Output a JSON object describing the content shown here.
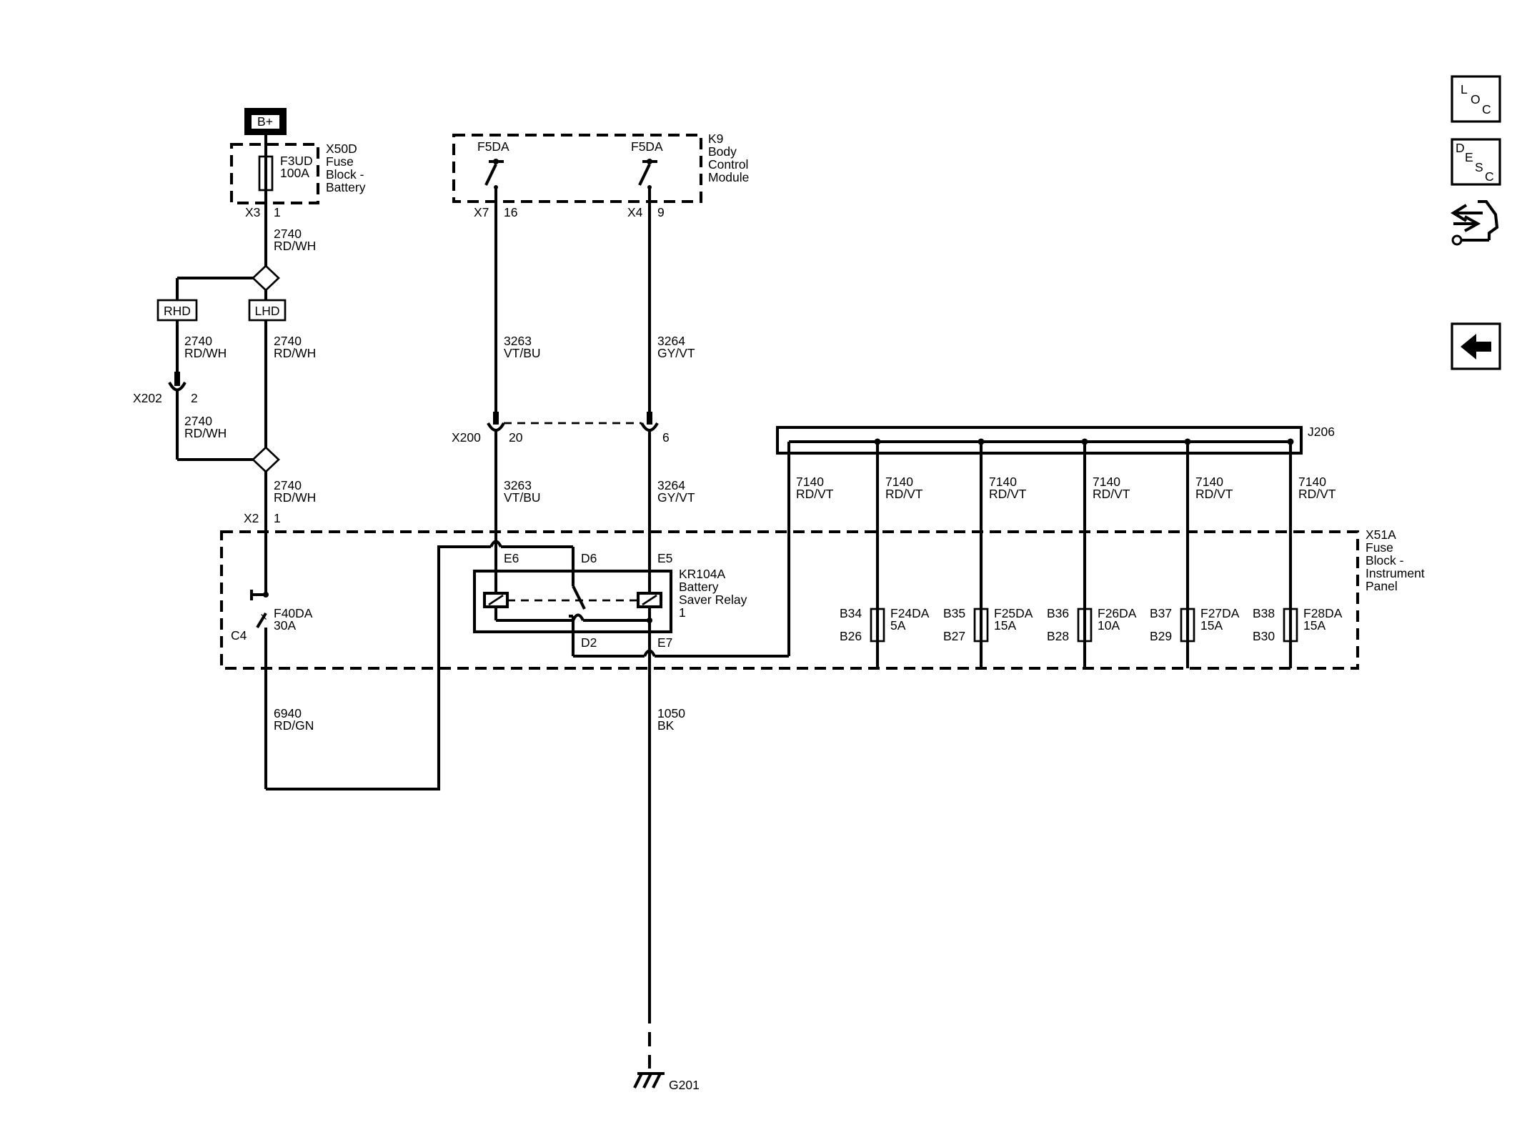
{
  "battery": {
    "label": "B+"
  },
  "x50d": {
    "fuse": "F3UD",
    "rating": "100A",
    "name": "X50D",
    "desc": [
      "Fuse",
      "Block -",
      "Battery"
    ],
    "conn": "X3",
    "pin": "1"
  },
  "k9": {
    "name": "K9",
    "desc": [
      "Body",
      "Control",
      "Module"
    ],
    "out1": "F5DA",
    "out2": "F5DA",
    "conn1": "X7",
    "pin1": "16",
    "conn2": "X4",
    "pin2": "9"
  },
  "wire_2740": {
    "num": "2740",
    "color": "RD/WH"
  },
  "rhd": "RHD",
  "lhd": "LHD",
  "x202": {
    "conn": "X202",
    "pin": "2"
  },
  "x2": {
    "conn": "X2",
    "pin": "1"
  },
  "wire_3263": {
    "num": "3263",
    "color": "VT/BU"
  },
  "wire_3264": {
    "num": "3264",
    "color": "GY/VT"
  },
  "x200": {
    "conn": "X200",
    "pin_a": "20",
    "pin_b": "6"
  },
  "j206": "J206",
  "wire_7140": {
    "num": "7140",
    "color": "RD/VT"
  },
  "x51a": {
    "name": "X51A",
    "desc": [
      "Fuse",
      "Block -",
      "Instrument",
      "Panel"
    ]
  },
  "relay": {
    "name": "KR104A",
    "desc": [
      "Battery",
      "Saver Relay",
      "1"
    ],
    "e6": "E6",
    "d6": "D6",
    "e5": "E5",
    "d2": "D2",
    "e7": "E7"
  },
  "f40da": {
    "name": "F40DA",
    "rating": "30A",
    "conn": "C4"
  },
  "fuses": [
    {
      "top": "B34",
      "bottom": "B26",
      "name": "F24DA",
      "rating": "5A"
    },
    {
      "top": "B35",
      "bottom": "B27",
      "name": "F25DA",
      "rating": "15A"
    },
    {
      "top": "B36",
      "bottom": "B28",
      "name": "F26DA",
      "rating": "10A"
    },
    {
      "top": "B37",
      "bottom": "B29",
      "name": "F27DA",
      "rating": "15A"
    },
    {
      "top": "B38",
      "bottom": "B30",
      "name": "F28DA",
      "rating": "15A"
    }
  ],
  "wire_6940": {
    "num": "6940",
    "color": "RD/GN"
  },
  "wire_1050": {
    "num": "1050",
    "color": "BK"
  },
  "ground": "G201",
  "nav": {
    "loc": [
      "L",
      "O",
      "C"
    ],
    "desc": [
      "D",
      "E",
      "S",
      "C"
    ],
    "connector_icon": "connector-wrench-icon",
    "back_icon": "back-arrow-icon"
  }
}
